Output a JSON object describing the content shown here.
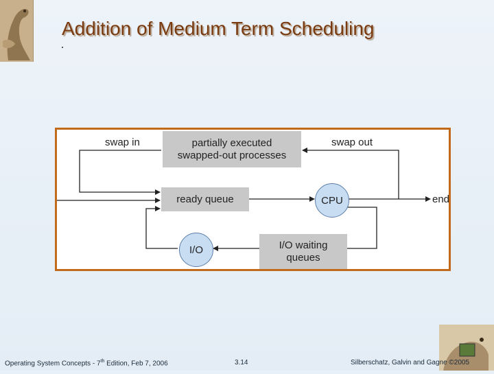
{
  "title": "Addition of Medium Term Scheduling",
  "diagram": {
    "swap_in": "swap in",
    "swap_out": "swap out",
    "partial_box": [
      "partially executed",
      "swapped-out processes"
    ],
    "ready_queue": "ready queue",
    "cpu": "CPU",
    "end": "end",
    "io": "I/O",
    "io_waiting": [
      "I/O waiting",
      "queues"
    ]
  },
  "footer": {
    "left_prefix": "Operating System Concepts - 7",
    "left_sup": "th",
    "left_suffix": " Edition, Feb 7, 2006",
    "page": "3.14",
    "right": "Silberschatz, Galvin and Gagne ©2005"
  }
}
